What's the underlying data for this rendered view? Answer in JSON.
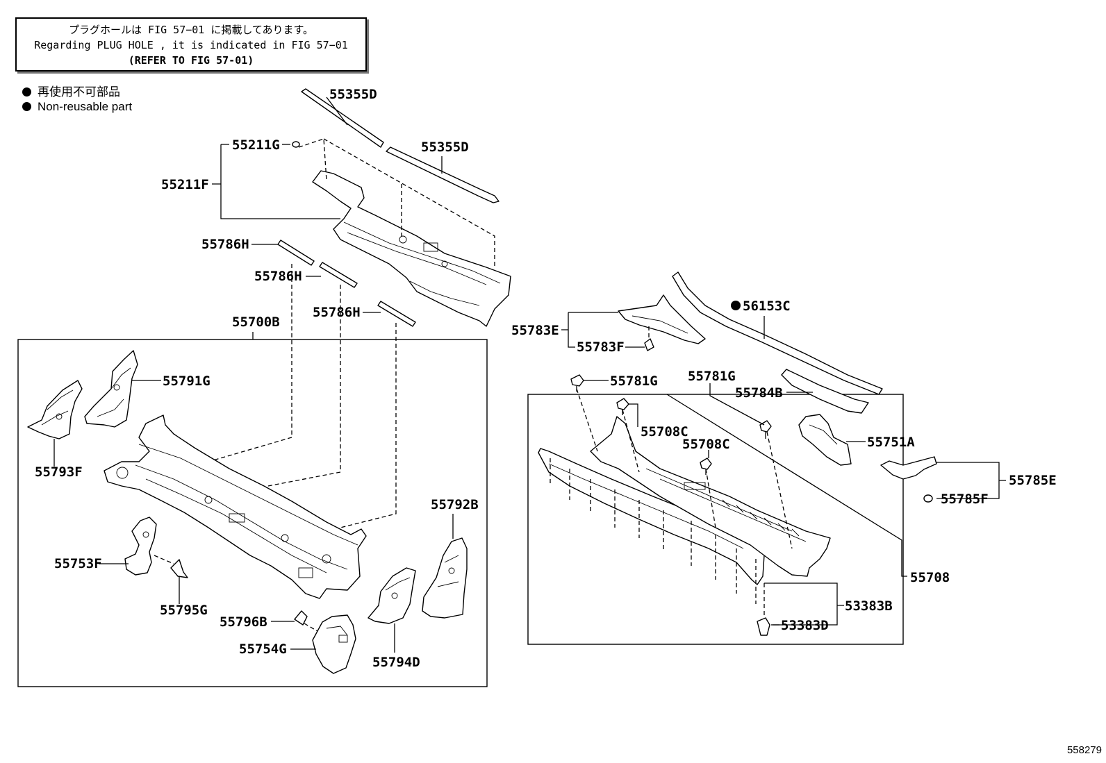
{
  "note": {
    "line_jp": "プラグホールは FIG 57−01 に掲載してあります。",
    "line_en": "Regarding  PLUG  HOLE , it is indicated in FIG  57−01",
    "line_ref": "(REFER TO FIG 57-01)"
  },
  "legend": {
    "jp": "再使用不可部品",
    "en": "Non-reusable part"
  },
  "labels": {
    "p55355D_a": "55355D",
    "p55355D_b": "55355D",
    "p55211G": "55211G",
    "p55211F": "55211F",
    "p55786H_a": "55786H",
    "p55786H_b": "55786H",
    "p55786H_c": "55786H",
    "p55700B": "55700B",
    "p55791G": "55791G",
    "p55793F": "55793F",
    "p55753F": "55753F",
    "p55795G": "55795G",
    "p55796B": "55796B",
    "p55754G": "55754G",
    "p55794D": "55794D",
    "p55792B": "55792B",
    "p55783E": "55783E",
    "p55783F": "55783F",
    "p56153C": "56153C",
    "p55781G_a": "55781G",
    "p55781G_b": "55781G",
    "p55784B": "55784B",
    "p55708C_a": "55708C",
    "p55708C_b": "55708C",
    "p55751A": "55751A",
    "p55785E": "55785E",
    "p55785F": "55785F",
    "p55708": "55708",
    "p53383B": "53383B",
    "p53383D": "53383D"
  },
  "ref_number": "558279"
}
